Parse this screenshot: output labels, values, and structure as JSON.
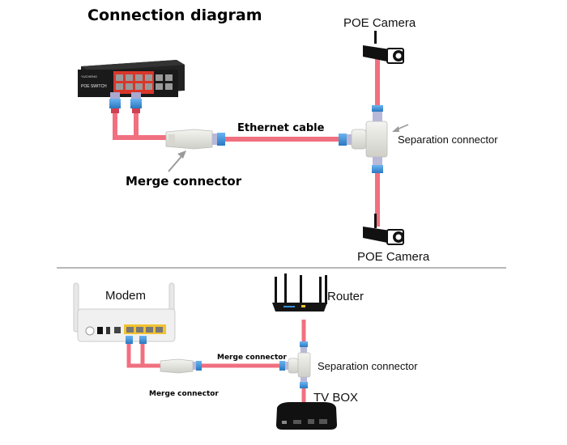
{
  "title": "Connection diagram",
  "top_section": {
    "switch": {
      "brand": "YUCHENG",
      "model": "POE SWITCH"
    },
    "labels": {
      "camera_top": "POE Camera",
      "camera_bottom": "POE Camera",
      "ethernet_cable": "Ethernet cable",
      "separation_connector": "Separation connector",
      "merge_connector": "Merge connector"
    }
  },
  "bottom_section": {
    "labels": {
      "modem": "Modem",
      "router": "Router",
      "cable_label": "Merge connector",
      "merge_connector": "Merge connector",
      "separation_connector": "Separation connector",
      "tv_box": "TV BOX"
    }
  },
  "colors": {
    "cable": "#f07080",
    "connector_blue": "#3a8fd8",
    "connector_white": "#e6e6e0",
    "device_black": "#1a1a1a",
    "switch_port_panel": "#d9362b",
    "modem_port_yellow": "#f2c230",
    "divider": "#a0a0a0",
    "arrow": "#9a9a9a"
  }
}
